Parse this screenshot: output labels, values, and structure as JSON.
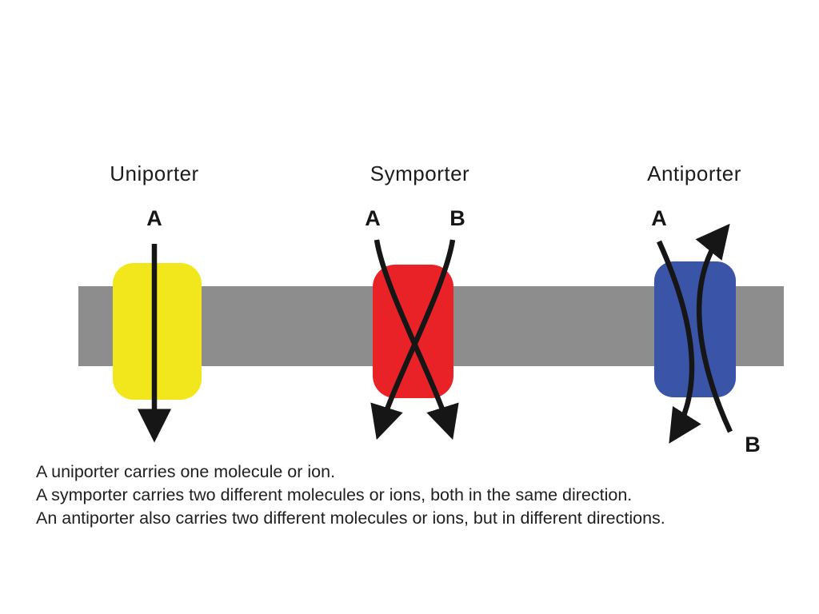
{
  "diagram": {
    "membrane_color": "#8d8d8d",
    "arrow_color": "#161616",
    "uniporter": {
      "title": "Uniporter",
      "label_a": "A",
      "color": "#f2e71d"
    },
    "symporter": {
      "title": "Symporter",
      "label_a": "A",
      "label_b": "B",
      "color": "#e92228"
    },
    "antiporter": {
      "title": "Antiporter",
      "label_a": "A",
      "label_b": "B",
      "color": "#3a55a8"
    }
  },
  "caption": {
    "line1": "A uniporter carries one molecule or ion.",
    "line2": "A symporter carries two different molecules or ions, both in the same direction.",
    "line3": "An antiporter also carries two different molecules or ions, but in different directions."
  }
}
